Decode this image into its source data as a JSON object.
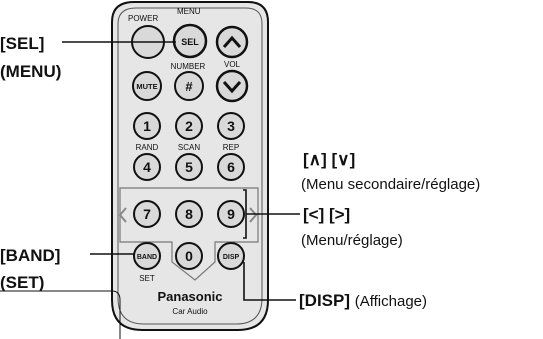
{
  "left_labels": {
    "sel_line1": "[SEL]",
    "sel_line2": "(MENU)",
    "band_line1": "[BAND]",
    "band_line2": "(SET)"
  },
  "right_labels": {
    "updown_keys": "[∧] [∨]",
    "updown_desc": "(Menu secondaire/réglage)",
    "leftright_keys": "[<] [>]",
    "leftright_desc": "(Menu/réglage)",
    "disp_key": "[DISP]",
    "disp_desc": "(Affichage)"
  },
  "remote": {
    "power_label": "POWER",
    "menu_label": "MENU",
    "sel_button": "SEL",
    "mute_button": "MUTE",
    "number_label": "NUMBER",
    "number_button": "#",
    "vol_label": "VOL",
    "digits_row1": [
      "1",
      "2",
      "3"
    ],
    "row2_labels": [
      "RAND",
      "SCAN",
      "REP"
    ],
    "digits_row2": [
      "4",
      "5",
      "6"
    ],
    "digits_row3": [
      "7",
      "8",
      "9"
    ],
    "band_button": "BAND",
    "set_label": "SET",
    "zero_button": "0",
    "disp_button": "DISP",
    "brand": "Panasonic",
    "sub_brand": "Car Audio"
  },
  "colors": {
    "ink": "#111111",
    "body_gray": "#e6e6e6",
    "button_gray": "#d9d9d9"
  }
}
